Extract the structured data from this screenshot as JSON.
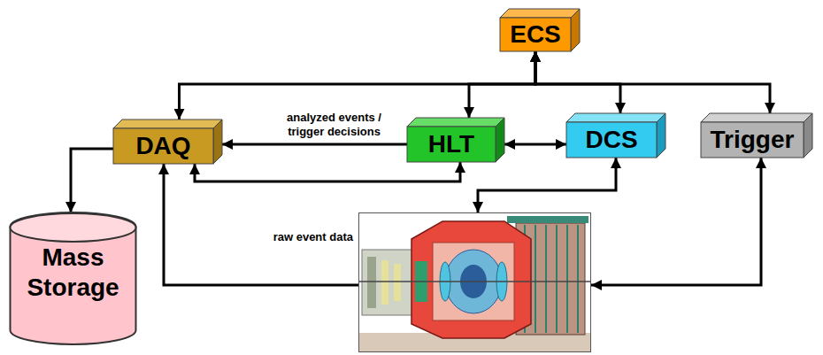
{
  "diagram": {
    "nodes": [
      {
        "text": [
          "ECS"
        ]
      },
      {
        "text": [
          "DAQ"
        ]
      },
      {
        "text": [
          "HLT"
        ]
      },
      {
        "text": [
          "DCS"
        ]
      },
      {
        "text": [
          "Trigger"
        ]
      },
      {
        "text": [
          "Mass Storage"
        ]
      },
      {
        "text": [
          "raw event data"
        ]
      }
    ],
    "edges": [
      {
        "from": 0,
        "to": 1,
        "arrow": "both"
      },
      {
        "from": 0,
        "to": 2,
        "arrow": "both"
      },
      {
        "from": 0,
        "to": 3,
        "arrow": "both"
      },
      {
        "from": 0,
        "to": 4,
        "arrow": "both"
      },
      {
        "from": 2,
        "to": 1,
        "label": "analyzed events / trigger decisions",
        "arrow": "to"
      },
      {
        "from": 2,
        "to": 3,
        "arrow": "both"
      },
      {
        "from": 1,
        "to": 2,
        "arrow": "both"
      },
      {
        "from": 6,
        "to": 1,
        "arrow": "to"
      },
      {
        "from": 3,
        "to": 6,
        "arrow": "both"
      },
      {
        "from": 4,
        "to": 6,
        "arrow": "both"
      },
      {
        "from": 1,
        "to": 5,
        "arrow": "to"
      }
    ]
  }
}
